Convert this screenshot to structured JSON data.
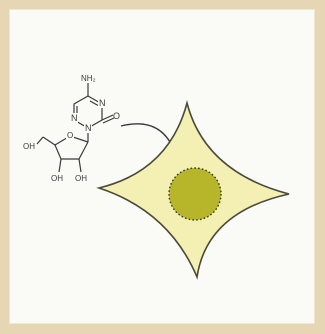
{
  "molecule": {
    "amine": "NH₂",
    "ring_n_top": "N",
    "ring_n_left": "N",
    "ring_n_bottom": "N",
    "carbonyl_o": "O",
    "ring_o": "O",
    "hydroxyl_5": "OH",
    "hydroxyl_3": "OH",
    "hydroxyl_2": "OH"
  },
  "colors": {
    "frame": "#e6d6b3",
    "panel": "#fafaf6",
    "cell_fill": "#f4f0b4",
    "cell_stroke": "#4a4a3a",
    "nucleus_fill": "#b7b62a",
    "nucleus_stroke": "#2f3a1e",
    "arrow": "#3a3a3a"
  }
}
